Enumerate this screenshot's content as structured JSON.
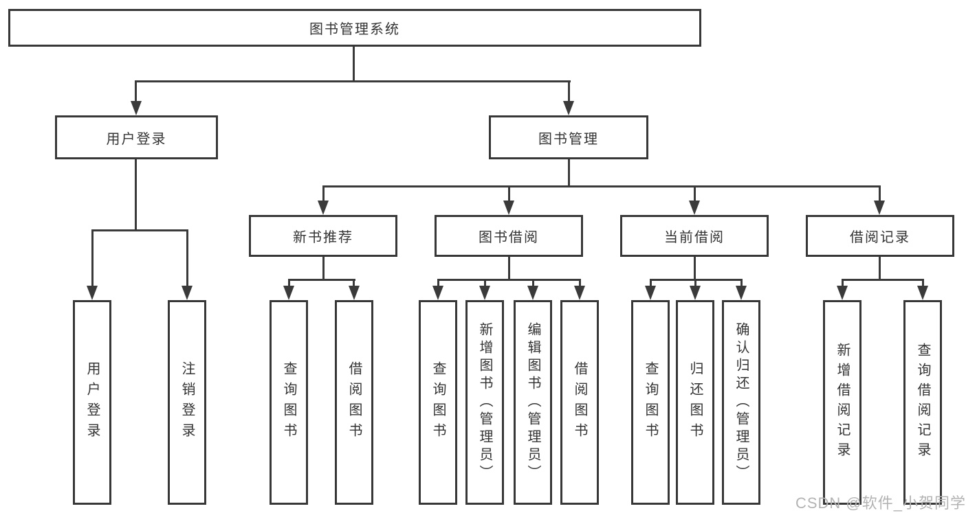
{
  "tree": {
    "label": "图书管理系统",
    "children": [
      {
        "label": "用户登录",
        "children": [
          {
            "label": "用户登录"
          },
          {
            "label": "注销登录"
          }
        ]
      },
      {
        "label": "图书管理",
        "children": [
          {
            "label": "新书推荐",
            "children": [
              {
                "label": "查询图书"
              },
              {
                "label": "借阅图书"
              }
            ]
          },
          {
            "label": "图书借阅",
            "children": [
              {
                "label": "查询图书"
              },
              {
                "label": "新增图书（管理员）"
              },
              {
                "label": "编辑图书（管理员）"
              },
              {
                "label": "借阅图书"
              }
            ]
          },
          {
            "label": "当前借阅",
            "children": [
              {
                "label": "查询图书"
              },
              {
                "label": "归还图书"
              },
              {
                "label": "确认归还（管理员）"
              }
            ]
          },
          {
            "label": "借阅记录",
            "children": [
              {
                "label": "新增借阅记录"
              },
              {
                "label": "查询借阅记录"
              }
            ]
          }
        ]
      }
    ]
  },
  "watermark": {
    "text": "CSDN @软件_小贺同学"
  },
  "colors": {
    "line": "#3a3a3a",
    "border": "#373737",
    "text": "#333333",
    "background": "#ffffff",
    "watermark": "#b3b3b3"
  }
}
